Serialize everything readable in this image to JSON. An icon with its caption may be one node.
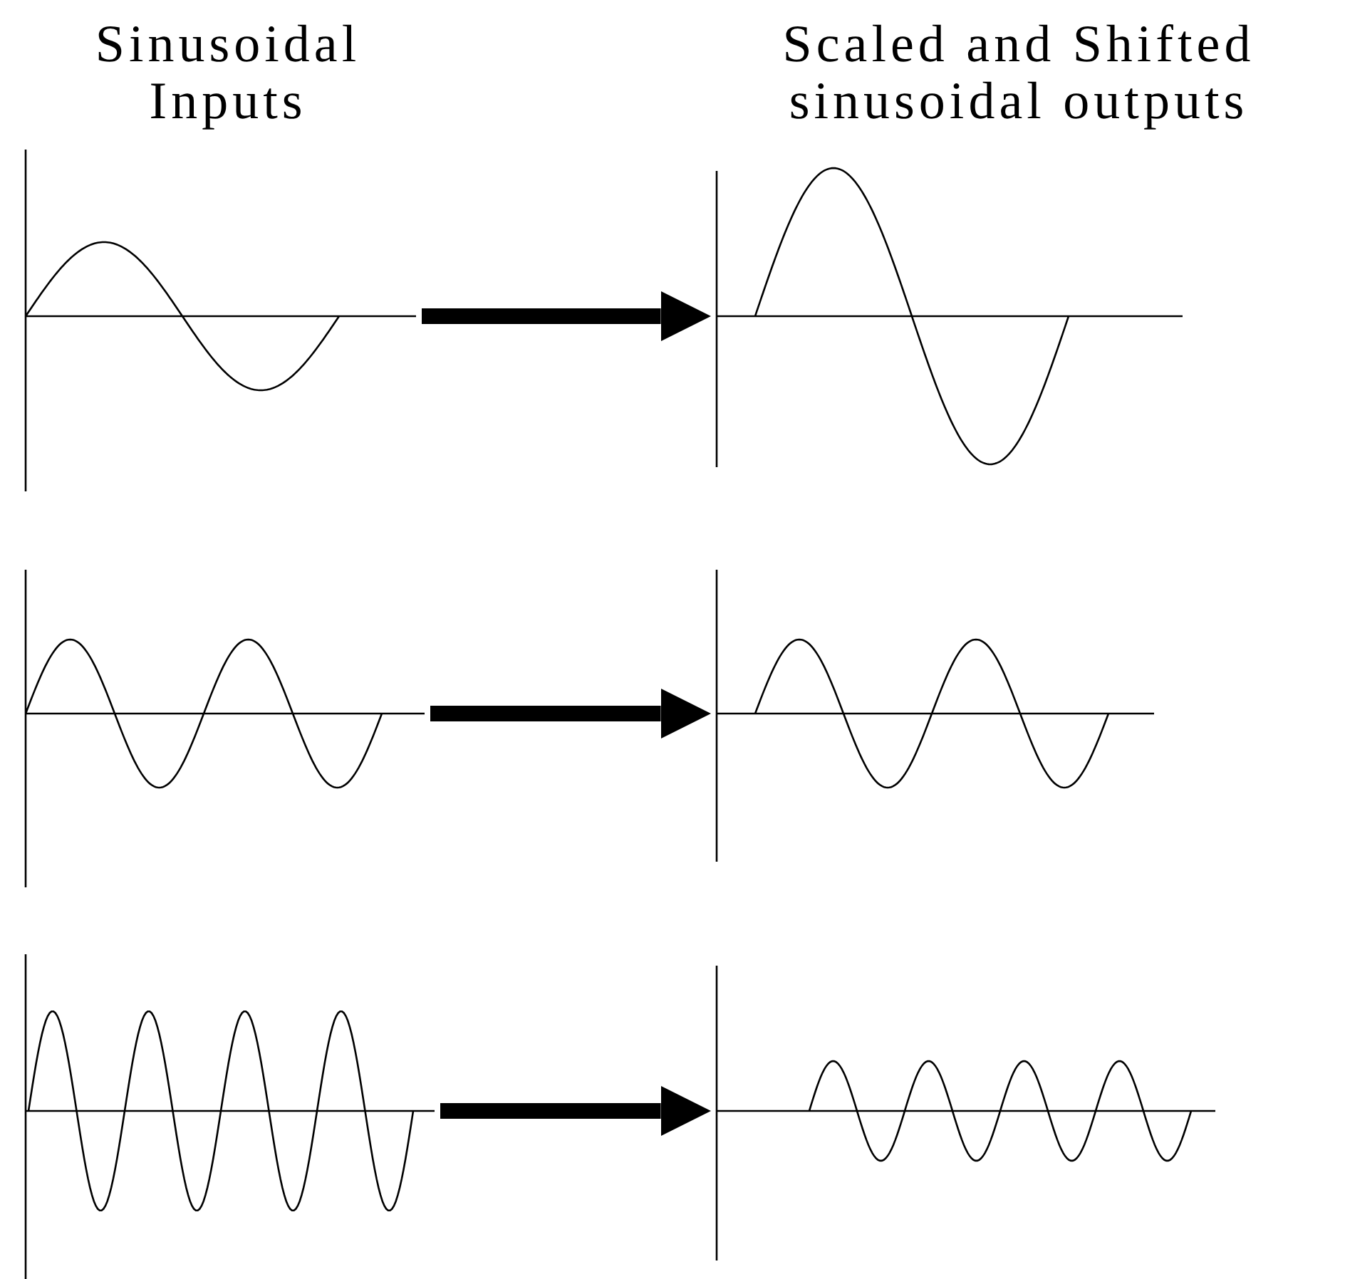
{
  "diagram": {
    "nodes": [
      {
        "text": [],
        "shape": "picture"
      },
      {
        "text": [],
        "shape": "picture"
      },
      {
        "text": [],
        "shape": "picture"
      },
      {
        "text": [],
        "shape": "picture"
      },
      {
        "text": [],
        "shape": "picture"
      },
      {
        "text": [],
        "shape": "picture"
      }
    ],
    "edges": [
      {
        "from": 0,
        "to": 1,
        "arrow": "to"
      },
      {
        "from": 2,
        "to": 3,
        "arrow": "to"
      },
      {
        "from": 4,
        "to": 5,
        "arrow": "to"
      }
    ],
    "labels": [
      "Sinusoidal Inputs",
      "Scaled and Shifted sinusoidal outputs"
    ]
  }
}
